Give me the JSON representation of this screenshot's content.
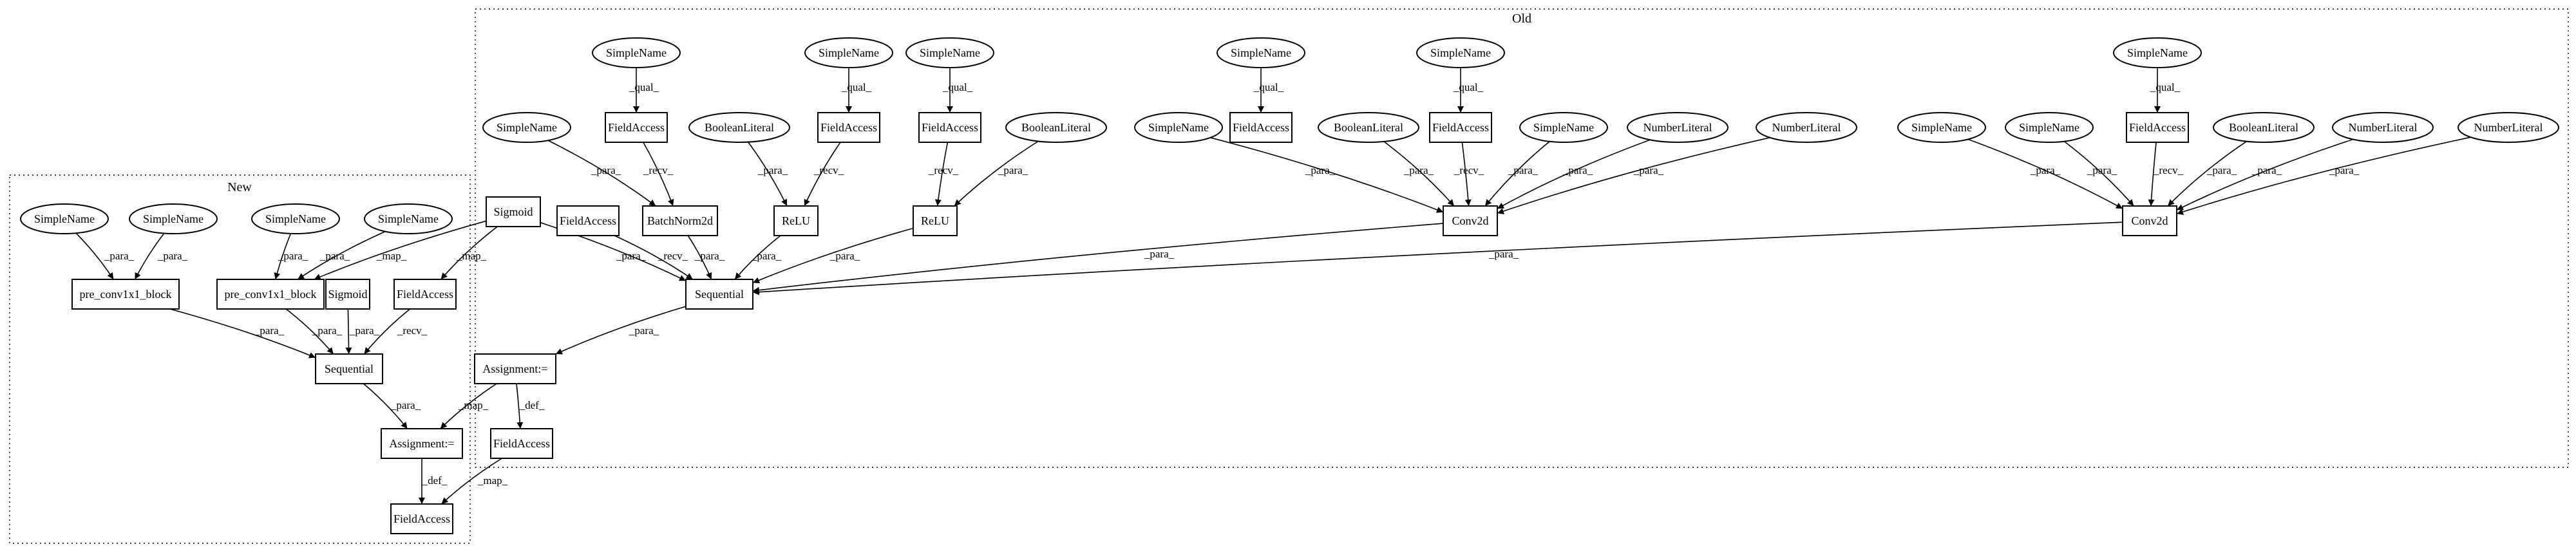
{
  "clusters": {
    "new": "New",
    "old": "Old"
  },
  "nodes": {
    "o_sn1": "SimpleName",
    "o_sn2": "SimpleName",
    "o_sn3": "SimpleName",
    "o_sn4": "SimpleName",
    "o_sn5": "SimpleName",
    "o_sn6": "SimpleName",
    "o_fa1": "FieldAccess",
    "o_fa2": "FieldAccess",
    "o_fa3": "FieldAccess",
    "o_fa4": "FieldAccess",
    "o_fa5": "FieldAccess",
    "o_fa6": "FieldAccess",
    "o_sn7": "SimpleName",
    "o_bl1": "BooleanLiteral",
    "o_bl2": "BooleanLiteral",
    "o_sn8": "SimpleName",
    "o_bl3": "BooleanLiteral",
    "o_sn9": "SimpleName",
    "o_nl1": "NumberLiteral",
    "o_nl2": "NumberLiteral",
    "o_sn10": "SimpleName",
    "o_sn11": "SimpleName",
    "o_bl4": "BooleanLiteral",
    "o_nl3": "NumberLiteral",
    "o_nl4": "NumberLiteral",
    "o_bn": "BatchNorm2d",
    "o_relu1": "ReLU",
    "o_relu2": "ReLU",
    "o_conv1": "Conv2d",
    "o_conv2": "Conv2d",
    "o_sig": "Sigmoid",
    "o_fa7": "FieldAccess",
    "o_seq": "Sequential",
    "o_assign": "Assignment:=",
    "o_fa8": "FieldAccess",
    "n_sn1": "SimpleName",
    "n_sn2": "SimpleName",
    "n_sn3": "SimpleName",
    "n_sn4": "SimpleName",
    "n_pre1": "pre_conv1x1_block",
    "n_pre2": "pre_conv1x1_block",
    "n_sig": "Sigmoid",
    "n_fa1": "FieldAccess",
    "n_seq": "Sequential",
    "n_assign": "Assignment:=",
    "n_fa2": "FieldAccess"
  },
  "edge_labels": {
    "qual": "_qual_",
    "para": "_para_",
    "recv": "_recv_",
    "map": "_map_",
    "def": "_def_"
  }
}
